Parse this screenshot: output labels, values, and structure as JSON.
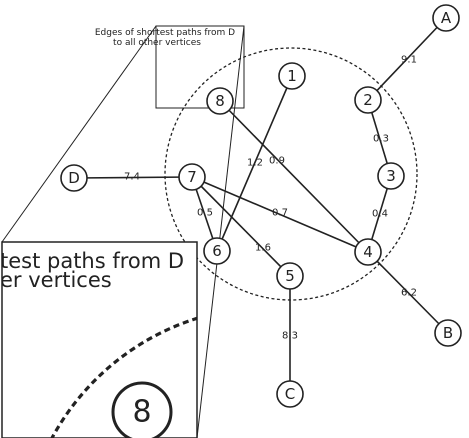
{
  "caption": {
    "line1": "Edges of shortest paths from D",
    "line2": "to all other vertices"
  },
  "zoom": {
    "line1": "test paths from D",
    "line2": "er vertices",
    "node_label": "8"
  },
  "nodes": [
    {
      "id": "A",
      "label": "A"
    },
    {
      "id": "B",
      "label": "B"
    },
    {
      "id": "C",
      "label": "C"
    },
    {
      "id": "D",
      "label": "D"
    },
    {
      "id": "1",
      "label": "1"
    },
    {
      "id": "2",
      "label": "2"
    },
    {
      "id": "3",
      "label": "3"
    },
    {
      "id": "4",
      "label": "4"
    },
    {
      "id": "5",
      "label": "5"
    },
    {
      "id": "6",
      "label": "6"
    },
    {
      "id": "7",
      "label": "7"
    },
    {
      "id": "8",
      "label": "8"
    }
  ],
  "edges": [
    {
      "from": "2",
      "to": "A",
      "weight": "9.1"
    },
    {
      "from": "2",
      "to": "3",
      "weight": "0.3"
    },
    {
      "from": "3",
      "to": "4",
      "weight": "0.4"
    },
    {
      "from": "4",
      "to": "B",
      "weight": "6.2"
    },
    {
      "from": "5",
      "to": "C",
      "weight": "8.3"
    },
    {
      "from": "D",
      "to": "7",
      "weight": "7.4"
    },
    {
      "from": "7",
      "to": "6",
      "weight": "0.5"
    },
    {
      "from": "7",
      "to": "4",
      "weight": "0.7"
    },
    {
      "from": "7",
      "to": "5",
      "weight": "1.6"
    },
    {
      "from": "6",
      "to": "1",
      "weight": "1.2"
    },
    {
      "from": "8",
      "to": "4",
      "weight": "0.9"
    }
  ],
  "colors": {
    "stroke": "#222222",
    "background": "#ffffff"
  }
}
